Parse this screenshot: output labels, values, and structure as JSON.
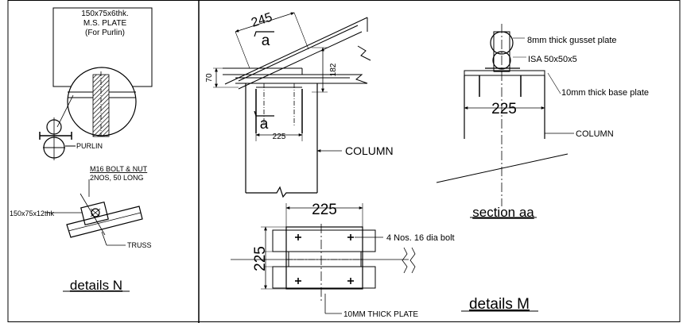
{
  "details_n": {
    "plate_note_1": "150x75x6thk.",
    "plate_note_2": "M.S. PLATE",
    "plate_note_3": "(For Purlin)",
    "purlin": "PURLIN",
    "bolt_note_1": "M16 BOLT & NUT",
    "bolt_note_2": "2NOS, 50 LONG",
    "angle_note": "150x75x12thk",
    "truss": "TRUSS",
    "title": "details N"
  },
  "elevation": {
    "dim_top": "245",
    "section_mark_top": "a",
    "section_mark_bottom": "a",
    "dim_left": "70",
    "dim_right": "182",
    "dim_bottom": "225",
    "column": "COLUMN"
  },
  "section_aa": {
    "gusset": "8mm thick gusset plate",
    "angle": "ISA 50x50x5",
    "base_plate": "10mm thick base plate",
    "dim": "225",
    "column": "COLUMN",
    "title": "section aa"
  },
  "details_m": {
    "dim_top": "225",
    "dim_left": "225",
    "bolts": "4 Nos. 16 dia bolt",
    "plate": "10MM THICK PLATE",
    "title": "details M"
  }
}
